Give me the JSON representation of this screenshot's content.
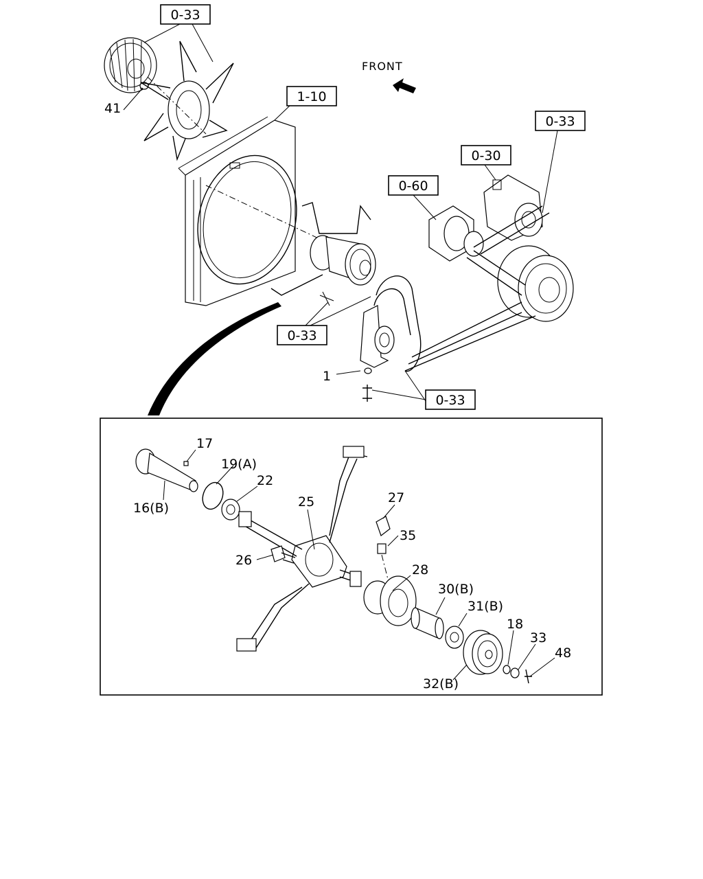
{
  "direction_label": "FRONT",
  "reference_boxes": [
    "0-33",
    "1-10",
    "0-30",
    "0-33",
    "0-60",
    "0-33",
    "0-33"
  ],
  "callouts_main": [
    "41",
    "1"
  ],
  "callouts_detail": [
    "17",
    "19(A)",
    "22",
    "16(B)",
    "25",
    "27",
    "35",
    "26",
    "28",
    "30(B)",
    "31(B)",
    "18",
    "33",
    "48",
    "32(B)"
  ]
}
